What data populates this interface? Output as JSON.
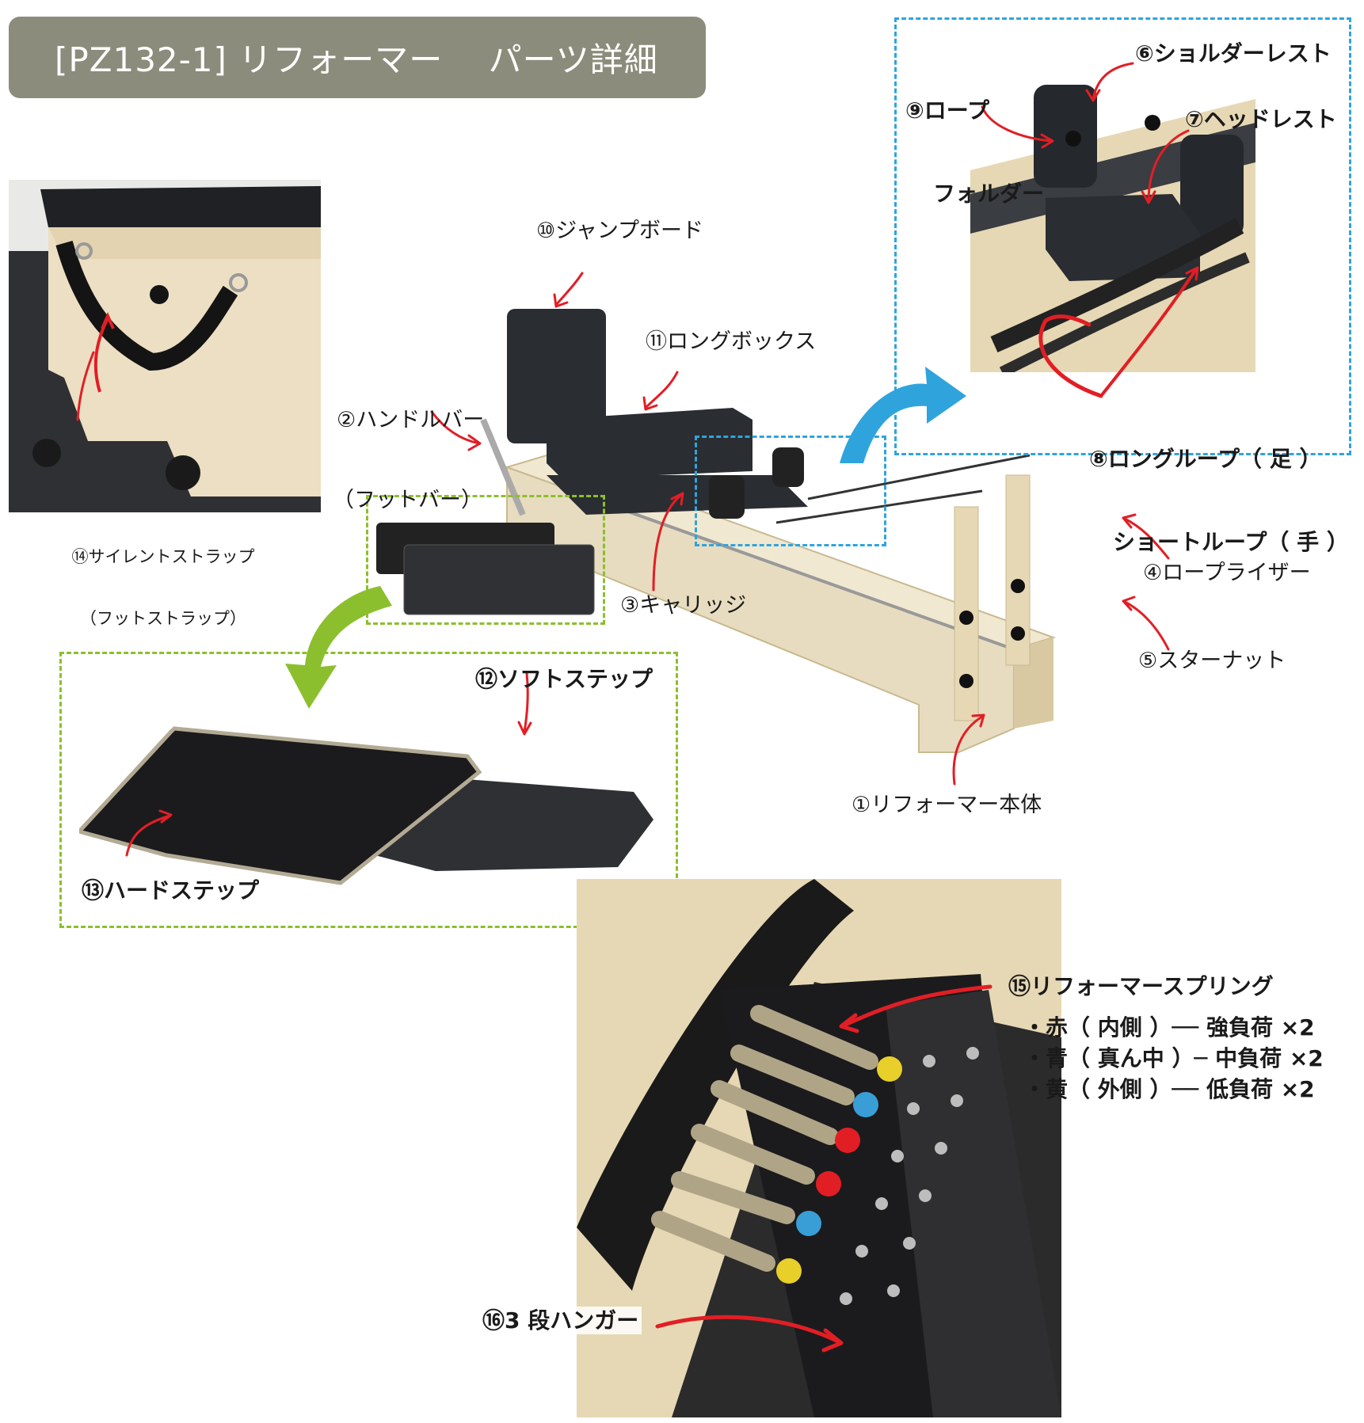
{
  "title": "[PZ132-1] リフォーマー　 パーツ詳細",
  "colors": {
    "title_bar": "#8c8c7c",
    "arrow": "#e21e25",
    "blue_frame": "#2fa4dc",
    "green_frame": "#8cbf2e",
    "wood": "#e8dcc0",
    "cushion": "#2a2d31"
  },
  "parts": {
    "p1": "①リフォーマー本体",
    "p2a": "②ハンドルバー",
    "p2b": "（フットバー）",
    "p3": "③キャリッジ",
    "p4": "④ロープライザー",
    "p5": "⑤スターナット",
    "p6": "⑥ショルダーレスト",
    "p7": "⑦ヘッドレスト",
    "p8a": "⑧ロングループ（ 足 ）",
    "p8b": "ショートループ（ 手 ）",
    "p9a": "⑨ロープ",
    "p9b": "フォルダー",
    "p10": "⑩ジャンプボード",
    "p11": "⑪ロングボックス",
    "p12": "⑫ソフトステップ",
    "p13": "⑬ハードステップ",
    "p14a": "⑭サイレントストラップ",
    "p14b": "（フットストラップ）",
    "p15": "⑮リフォーマースプリング",
    "p16": "⑯3 段ハンガー"
  },
  "springs": [
    "・赤（ 内側 ）── 強負荷 ×2",
    "・青（ 真ん中 ）─ 中負荷 ×2",
    "・黄（ 外側 ）── 低負荷 ×2"
  ]
}
